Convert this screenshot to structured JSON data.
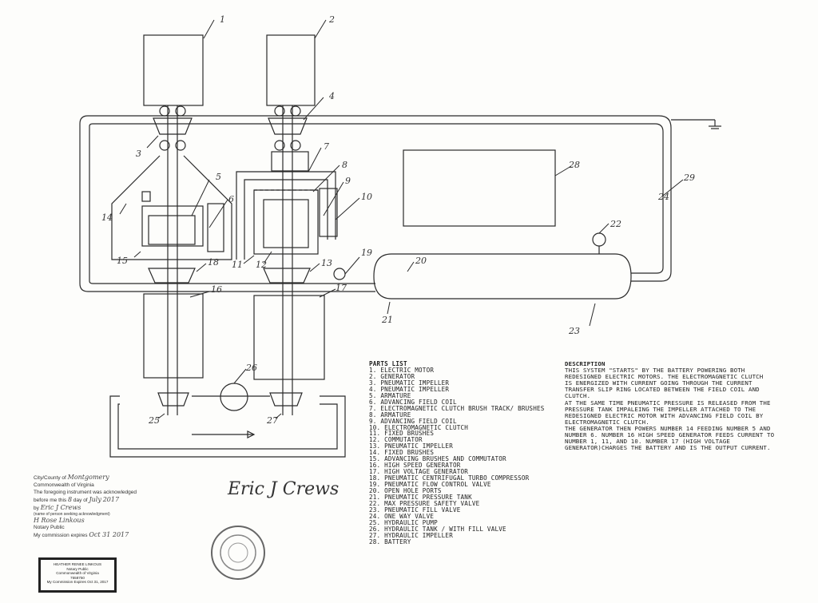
{
  "labels": [
    "1",
    "2",
    "3",
    "4",
    "5",
    "6",
    "7",
    "8",
    "9",
    "10",
    "11",
    "12",
    "13",
    "14",
    "15",
    "16",
    "17",
    "18",
    "19",
    "20",
    "21",
    "22",
    "23",
    "24",
    "25",
    "26",
    "27",
    "28",
    "29"
  ],
  "parts_list": {
    "heading": "PARTS LIST",
    "items": [
      "1. ELECTRIC MOTOR",
      "2. GENERATOR",
      "3. PNEUMATIC IMPELLER",
      "4. PNEUMATIC IMPELLER",
      "5. ARMATURE",
      "6. ADVANCING FIELD COIL",
      "7. ELECTROMAGNETIC CLUTCH BRUSH TRACK/ BRUSHES",
      "8. ARMATURE",
      "9. ADVANCING FIELD COIL",
      "10. ELECTROMAGNETIC CLUTCH",
      "11. FIXED BRUSHES",
      "12. COMMUTATOR",
      "13. PNEUMATIC IMPELLER",
      "14. FIXED BRUSHES",
      "15. ADVANCING BRUSHES AND COMMUTATOR",
      "16. HIGH SPEED GENERATOR",
      "17. HIGH VOLTAGE GENERATOR",
      "18. PNEUMATIC CENTRIFUGAL TURBO COMPRESSOR",
      "19. PNEUMATIC FLOW CONTROL VALVE",
      "20. OPEN HOLE PORTS",
      "21. PNEUMATIC PRESSURE TANK",
      "22. MAX PRESSURE SAFETY VALVE",
      "23. PNEUMATIC FILL VALVE",
      "24. ONE WAY VALVE",
      "25. HYDRAULIC PUMP",
      "26. HYDRAULIC TANK / WITH FILL VALVE",
      "27. HYDRAULIC IMPELLER",
      "28. BATTERY"
    ]
  },
  "description": {
    "heading": "DESCRIPTION",
    "lines": [
      "THIS SYSTEM \"STARTS\" BY THE BATTERY POWERING BOTH",
      "REDESIGNED ELECTRIC MOTORS. THE ELECTROMAGNETIC CLUTCH",
      "IS ENERGIZED WITH CURRENT GOING THROUGH THE CURRENT",
      "TRANSFER SLIP RING LOCATED BETWEEN THE FIELD COIL AND",
      "CLUTCH.",
      "AT THE SAME TIME PNEUMATIC PRESSURE IS RELEASED FROM THE",
      "PRESSURE TANK IMPALEING THE IMPELLER ATTACHED TO THE",
      "REDESIGNED ELECTRIC MOTOR WITH ADVANCING FIELD COIL BY",
      "ELECTROMAGNETIC CLUTCH.",
      "THE GENERATOR THEN POWERS NUMBER 14 FEEDING NUMBER 5 AND",
      "NUMBER 6. NUMBER 16 HIGH SPEED GENERATOR FEEDS CURRENT TO",
      "NUMBER 1, 11, AND 10. NUMBER 17 (HIGH VOLTAGE",
      "GENERATOR)CHARGES THE BATTERY AND  IS THE OUTPUT CURRENT."
    ]
  },
  "notary": {
    "county_label": "City/County of",
    "county_value": "Montgomery",
    "commonwealth": "Commonwealth of Virginia",
    "ack_line": "The foregoing instrument was acknowledged",
    "before_me": "before me this",
    "day_value": "8",
    "day_of": "day of",
    "month_value": "July",
    "year_value": "2017",
    "by_label": "by",
    "by_value": "Eric J Crews",
    "person_note": "(name of person seeking acknowledgment)",
    "notary_sig": "H Rose Linkous",
    "notary_public": "Notary Public",
    "expires_label": "My commission expires",
    "expires_value": "Oct 31 2017"
  },
  "stamp": {
    "lines": [
      "HEATHER RENEE LINKOUS",
      "Notary Public",
      "Commonwealth of Virginia",
      "7558750",
      "My Commission Expires Oct 31, 2017"
    ]
  },
  "signature": "Eric J Crews"
}
